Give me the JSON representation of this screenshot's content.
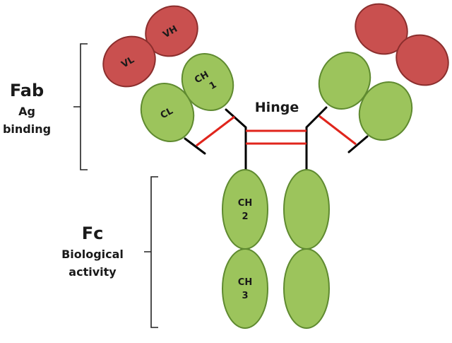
{
  "colors": {
    "constant_fill": "#9cc45c",
    "constant_stroke": "#5f8a30",
    "variable_fill": "#c9504f",
    "variable_stroke": "#8b2e2d",
    "disulfide": "#e0251c",
    "chain": "#000000",
    "bracket": "#222222"
  },
  "domains": {
    "vh": "VH",
    "vl": "VL",
    "ch1_line1": "CH",
    "ch1_line2": "1",
    "cl": "CL",
    "ch2_line1": "CH",
    "ch2_line2": "2",
    "ch3_line1": "CH",
    "ch3_line2": "3"
  },
  "labels": {
    "hinge": "Hinge",
    "fab_title": "Fab",
    "fab_sub1": "Ag",
    "fab_sub2": "binding",
    "fc_title": "Fc",
    "fc_sub1": "Biological",
    "fc_sub2": "activity"
  }
}
